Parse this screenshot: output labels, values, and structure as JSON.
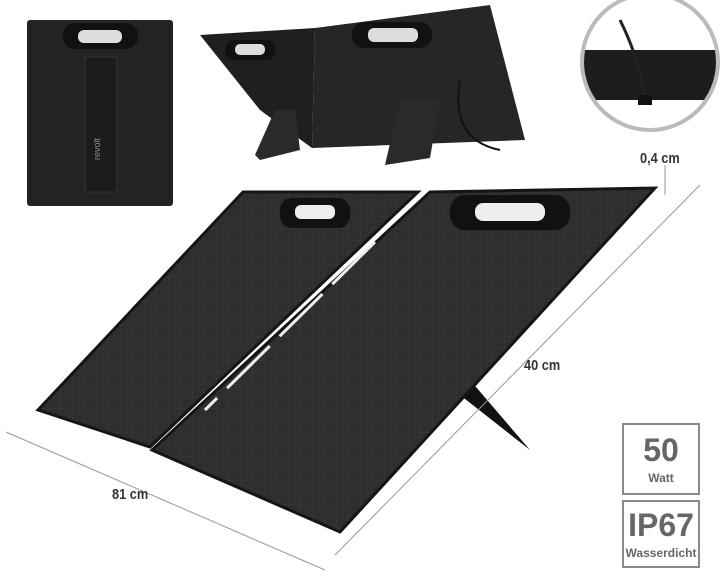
{
  "brand_logo": "revolt",
  "dimensions": {
    "thickness": "0,4 cm",
    "height": "40 cm",
    "width": "81 cm"
  },
  "badges": [
    {
      "value": "50",
      "label": "Watt"
    },
    {
      "value": "IP67",
      "label": "Wasserdicht"
    }
  ],
  "colors": {
    "panel": "#2b2b2d",
    "frame": "#1a1a1a",
    "badge_border": "#8a8a8a",
    "badge_text": "#666666"
  }
}
